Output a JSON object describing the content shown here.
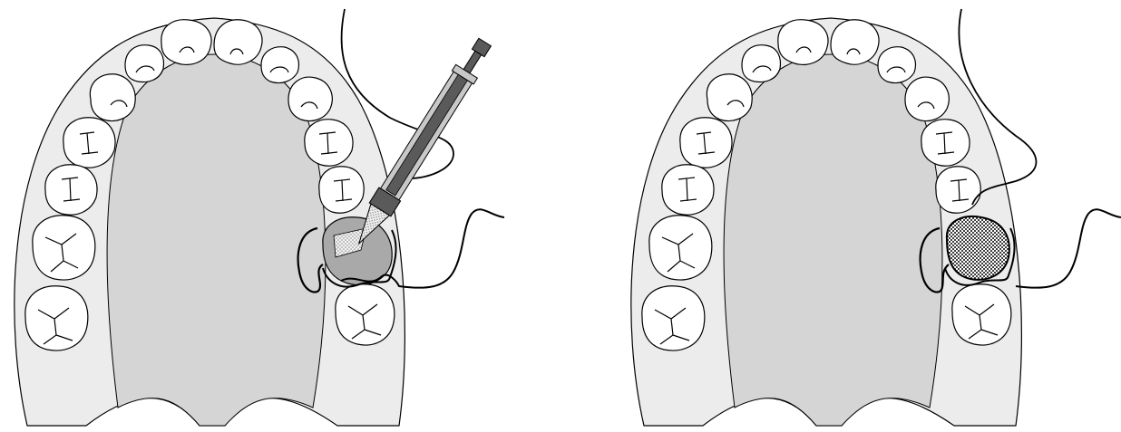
{
  "figure": {
    "panels": [
      {
        "id": "left",
        "description_shown": false,
        "elements": [
          "maxillary-arch",
          "palate",
          "teeth",
          "sutures",
          "graft-site",
          "syringe-applicator"
        ]
      },
      {
        "id": "right",
        "description_shown": false,
        "elements": [
          "maxillary-arch",
          "palate",
          "teeth",
          "sutures",
          "graft-material"
        ]
      }
    ],
    "colors": {
      "arch_fill": "#ececec",
      "palate_fill": "#d5d5d5",
      "tooth_fill": "#ffffff",
      "outline": "#000000",
      "graft_site_fill": "#a9a9a9",
      "syringe_dark": "#5a5a5a",
      "syringe_light": "#c8c8c8",
      "graft_dots": "#000000"
    }
  }
}
